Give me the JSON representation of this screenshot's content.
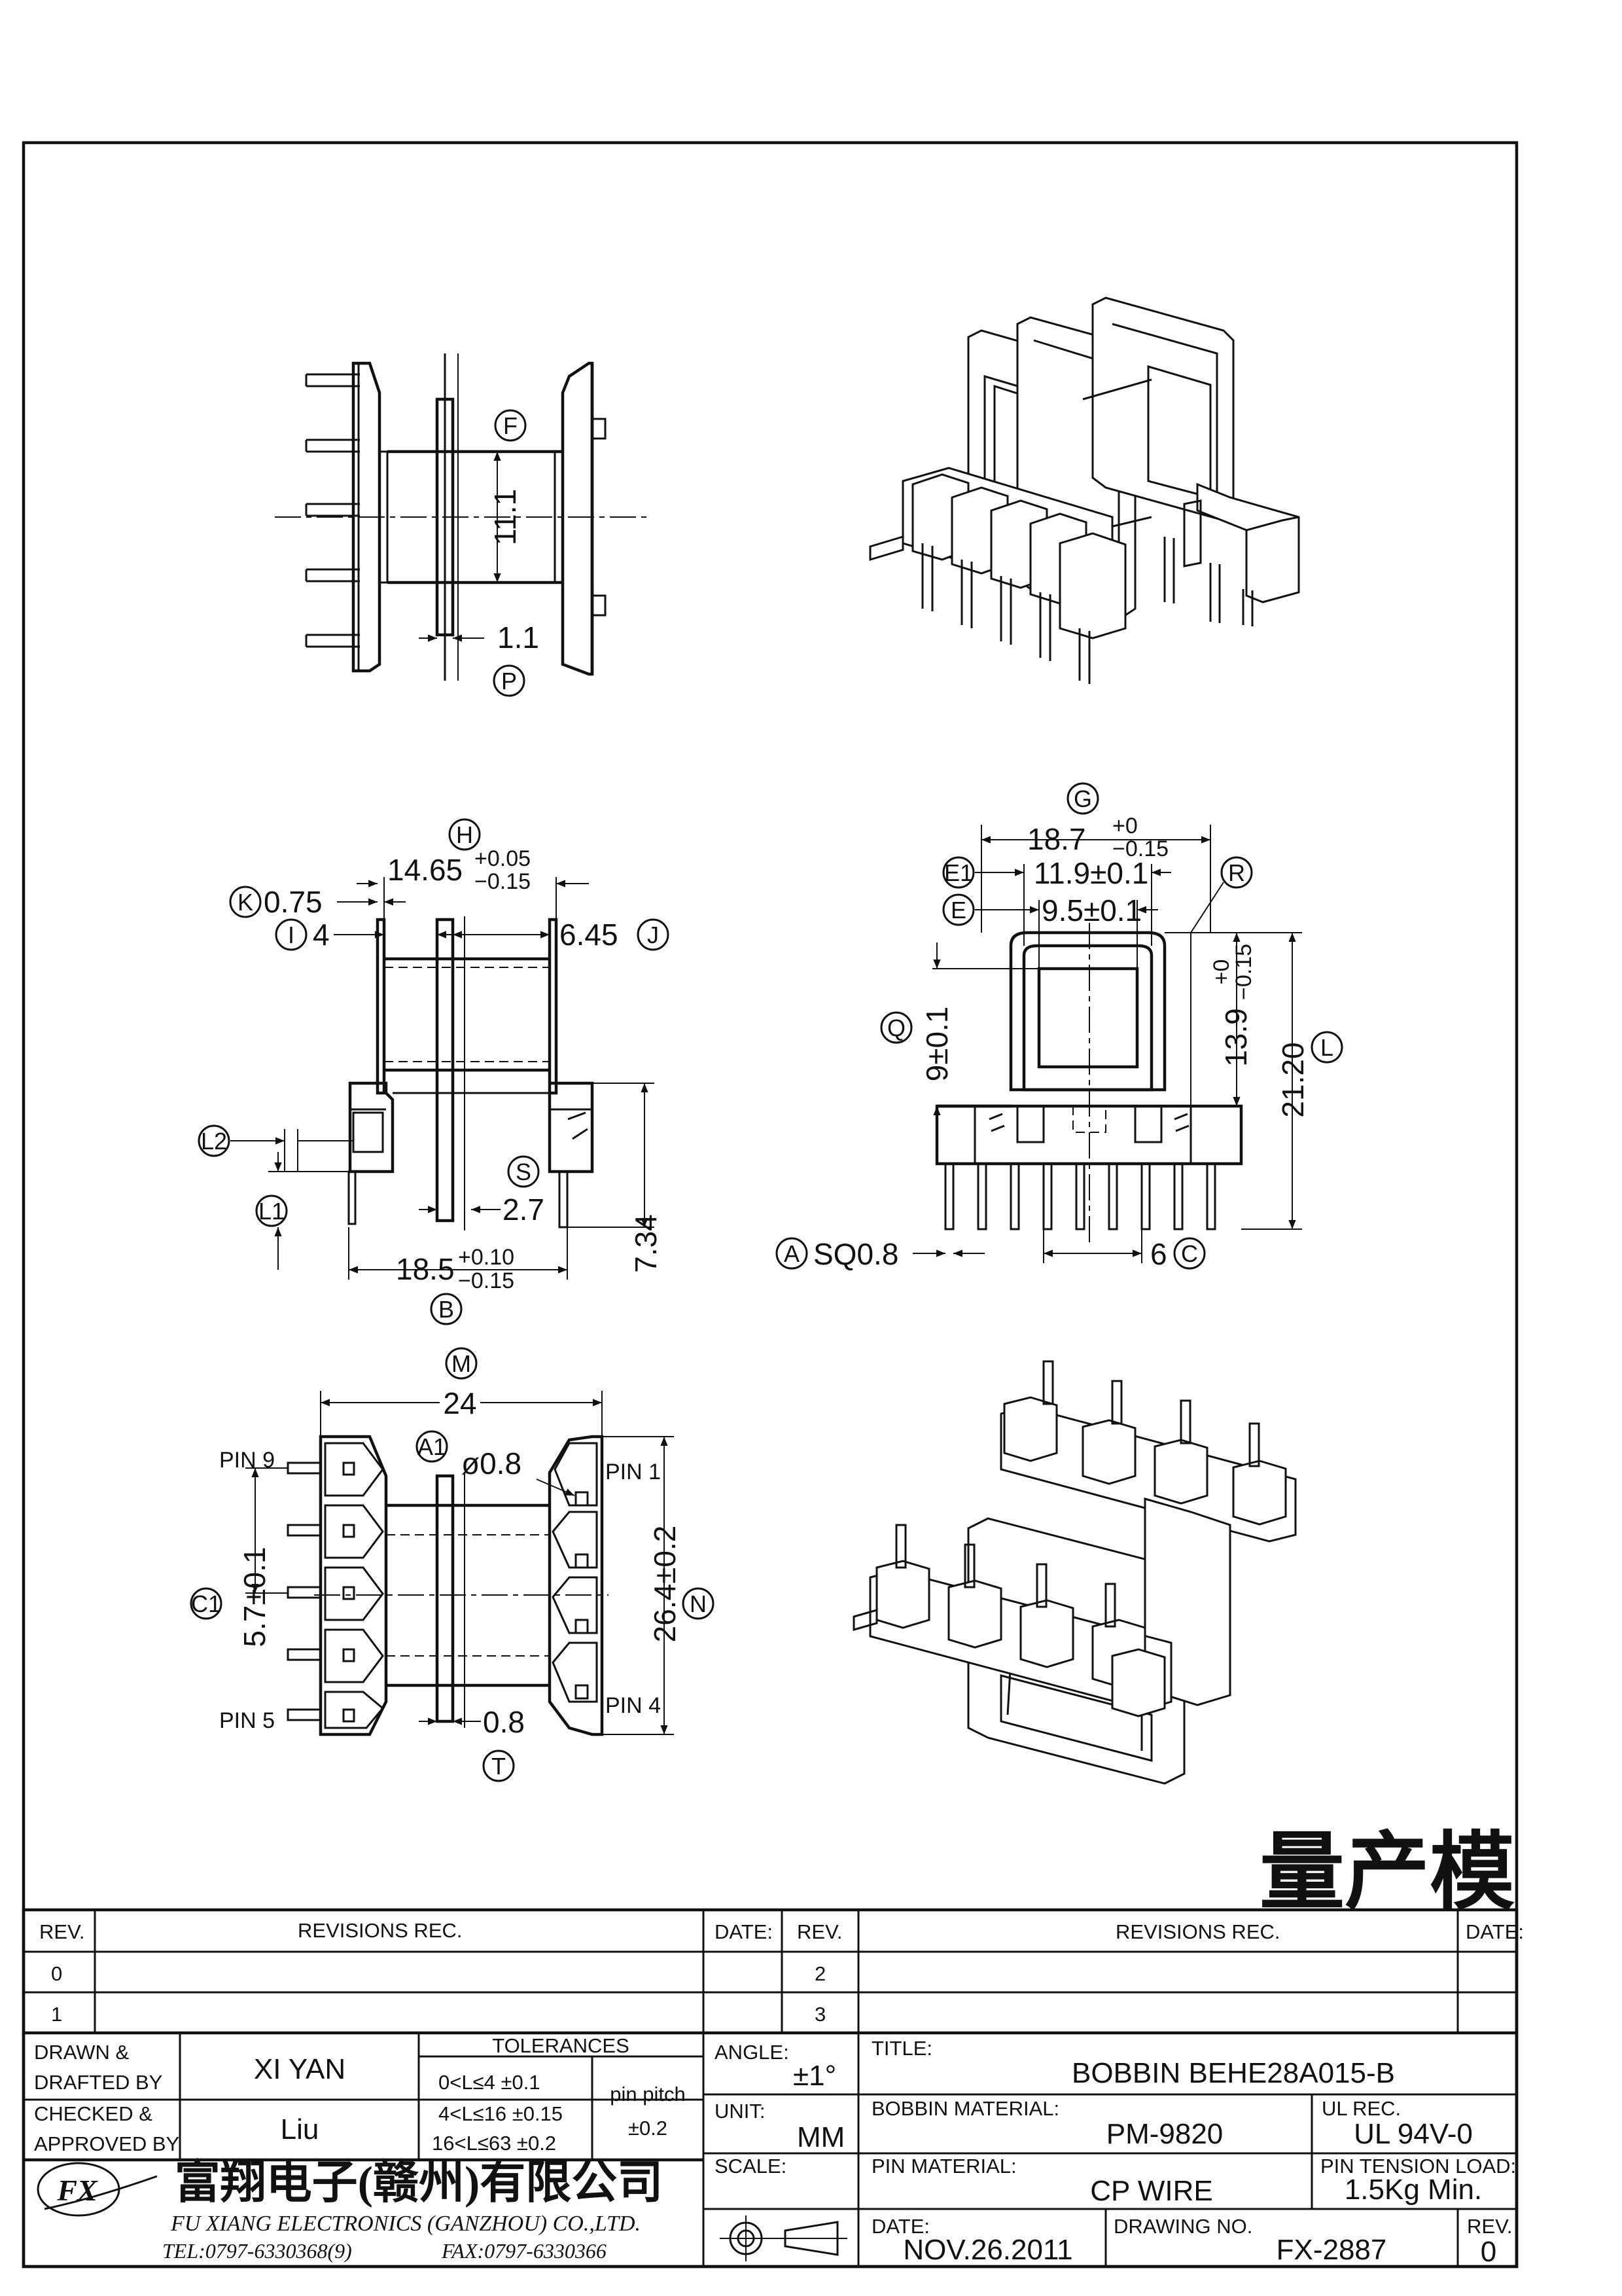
{
  "status_stamp": "量产模",
  "views": {
    "top_left": {
      "dims": {
        "d11_1": "11.1",
        "d1_1": "1.1"
      },
      "callouts": {
        "F": "F",
        "P": "P"
      }
    },
    "middle_left": {
      "dims": {
        "d14_65": "14.65",
        "d14_65_tol_up": "+0.05",
        "d14_65_tol_dn": "−0.15",
        "d0_75": "0.75",
        "d4": "4",
        "d6_45": "6.45",
        "d2_7": "2.7",
        "d18_5": "18.5",
        "d18_5_tol_up": "+0.10",
        "d18_5_tol_dn": "−0.15",
        "d7_34": "7.34"
      },
      "callouts": {
        "H": "H",
        "K": "K",
        "I": "I",
        "J": "J",
        "L2": "L2",
        "L1": "L1",
        "S": "S",
        "B": "B"
      }
    },
    "middle_right": {
      "dims": {
        "d18_7": "18.7",
        "d18_7_tol_up": "+0",
        "d18_7_tol_dn": "−0.15",
        "d11_9": "11.9±0.1",
        "d9_5": "9.5±0.1",
        "d9": "9±0.1",
        "d13_9": "13.9",
        "d13_9_tol_up": "+0",
        "d13_9_tol_dn": "−0.15",
        "d21_20": "21.20",
        "sq": "SQ0.8",
        "d6": "6"
      },
      "callouts": {
        "G": "G",
        "E1": "E1",
        "E": "E",
        "R": "R",
        "Q": "Q",
        "L": "L",
        "A": "A",
        "C": "C"
      }
    },
    "bottom_left": {
      "dims": {
        "d24": "24",
        "dia": "ø0.8",
        "d5_7": "5.7±0.1",
        "d26_4": "26.4±0.2",
        "d0_8": "0.8"
      },
      "callouts": {
        "M": "M",
        "A1": "A1",
        "C1": "C1",
        "N": "N",
        "T": "T"
      },
      "pins": {
        "pin9": "PIN 9",
        "pin5": "PIN 5",
        "pin1": "PIN 1",
        "pin4": "PIN 4"
      }
    }
  },
  "title_block": {
    "rev_header": "REV.",
    "revisions_header": "REVISIONS   REC.",
    "date_header": "DATE:",
    "rev_rows_left": [
      "0",
      "1"
    ],
    "rev_rows_right": [
      "2",
      "3"
    ],
    "drawn_label_1": "DRAWN &",
    "drawn_label_2": "DRAFTED BY",
    "drawn_value": "XI YAN",
    "checked_label_1": "CHECKED &",
    "checked_label_2": "APPROVED BY",
    "checked_value": "Liu",
    "tolerances_header": "TOLERANCES",
    "tol_row1": "0<L≤4   ±0.1",
    "tol_row2": "4<L≤16  ±0.15",
    "tol_row3": "16<L≤63  ±0.2",
    "pin_pitch_label": "pin pitch",
    "pin_pitch_value": "±0.2",
    "angle_label": "ANGLE:",
    "angle_value": "±1°",
    "unit_label": "UNIT:",
    "unit_value": "MM",
    "scale_label": "SCALE:",
    "title_label": "TITLE:",
    "title_value": "BOBBIN  BEHE28A015-B",
    "bobbin_material_label": "BOBBIN  MATERIAL:",
    "bobbin_material_value": "PM-9820",
    "ul_label": "UL REC.",
    "ul_value": "UL  94V-0",
    "pin_material_label": "PIN  MATERIAL:",
    "pin_material_value": "CP  WIRE",
    "pin_tension_label": "PIN  TENSION  LOAD:",
    "pin_tension_value": "1.5Kg  Min.",
    "date_label": "DATE:",
    "date_value": "NOV.26.2011",
    "drawing_no_label": "DRAWING  NO.",
    "drawing_no_value": "FX-2887",
    "rev_label": "REV.",
    "rev_value": "0",
    "company_cn": "富翔电子(赣州)有限公司",
    "company_en": "FU XIANG ELECTRONICS (GANZHOU) CO.,LTD.",
    "tel": "TEL:0797-6330368(9)",
    "fax": "FAX:0797-6330366",
    "logo_text": "FX"
  }
}
